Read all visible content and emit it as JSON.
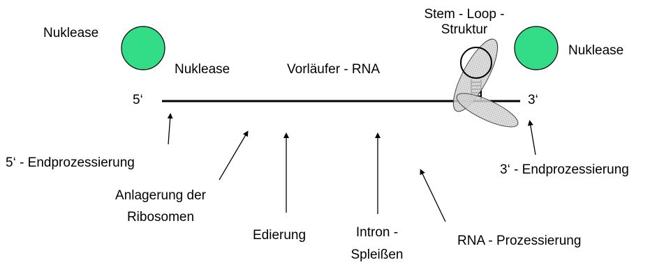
{
  "labels": {
    "nuklease_left": "Nuklease",
    "nuklease_right": "Nuklease",
    "nuklease_middle": "Nuklease",
    "vorlaeufer_rna": "Vorläufer -  RNA",
    "stem_loop_line1": "Stem - Loop -",
    "stem_loop_line2": "Struktur",
    "five_prime": "5‘",
    "three_prime": "3‘",
    "five_prime_processing": "5‘ - Endprozessierung",
    "three_prime_processing": "3‘ - Endprozessierung",
    "ribosome_line1": "Anlagerung der",
    "ribosome_line2": "Ribosomen",
    "edierung": "Edierung",
    "intron_line1": "Intron  -",
    "intron_line2": "Spleißen",
    "rna_processing": "RNA  - Prozessierung"
  },
  "colors": {
    "nuclease_fill": "#33dd88",
    "protein_fill": "#d9d9d9",
    "line": "#000000"
  }
}
